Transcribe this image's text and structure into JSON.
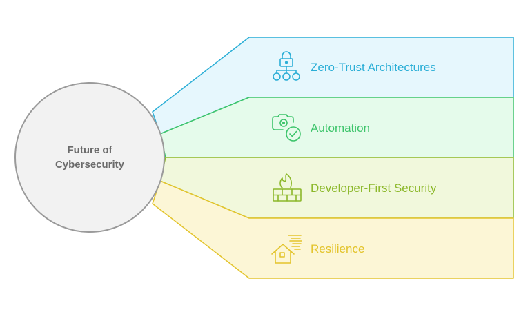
{
  "center": {
    "line1": "Future of",
    "line2": "Cybersecurity"
  },
  "items": [
    {
      "label": "Zero-Trust Architectures",
      "icon": "network-lock-icon",
      "color": "#2aaed6",
      "fill": "#e6f7fd"
    },
    {
      "label": "Automation",
      "icon": "camera-check-icon",
      "color": "#3cc46a",
      "fill": "#e5fbeb"
    },
    {
      "label": "Developer-First Security",
      "icon": "firewall-flame-icon",
      "color": "#8cb82a",
      "fill": "#f1f8dc"
    },
    {
      "label": "Resilience",
      "icon": "house-storm-icon",
      "color": "#e3c42c",
      "fill": "#fcf6d6"
    }
  ]
}
